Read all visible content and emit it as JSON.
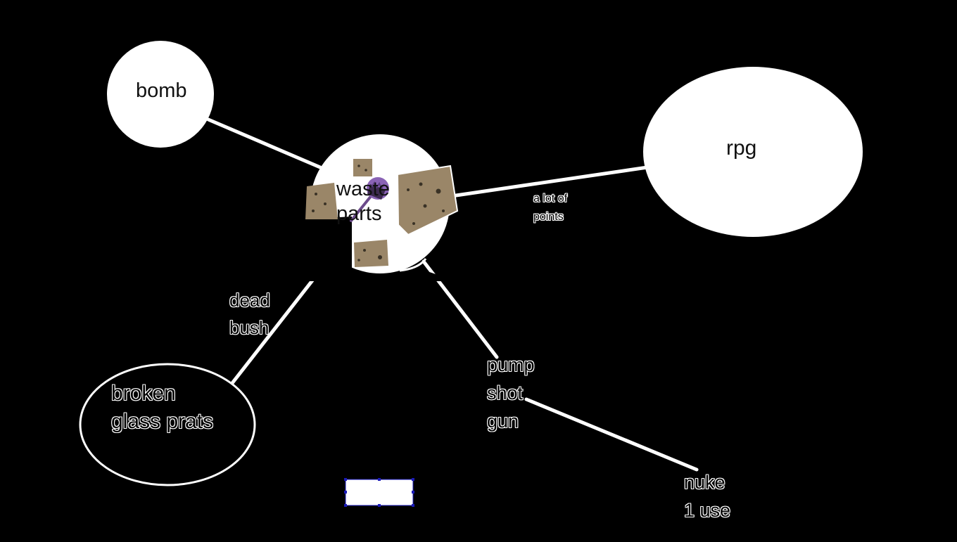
{
  "diagram": {
    "nodes": {
      "bomb": {
        "label": "bomb"
      },
      "center": {
        "label_line1": "waste",
        "label_line2": "parts"
      },
      "rpg": {
        "label": "rpg"
      },
      "broken_glass": {
        "label_line1": "broken",
        "label_line2": "glass prats"
      }
    },
    "annotations": {
      "rpg_note": {
        "line1": "a lot of",
        "line2": "points"
      },
      "dead_bush": {
        "line1": "dead",
        "line2": "bush"
      },
      "pump_shotgun": {
        "line1": "pump",
        "line2": "shot",
        "line3": "gun"
      },
      "nuke": {
        "line1": "nuke",
        "line2": "1 use"
      }
    },
    "colors": {
      "background": "#000000",
      "node_fill": "#ffffff",
      "line": "#ffffff",
      "texture_brown": "#9a8668",
      "texture_dots": "#3a3226",
      "purple": "#8a63b5",
      "selection_handle": "#1a1ab8"
    },
    "icons": [
      "dirt-block-icon",
      "purple-pickaxe-icon"
    ]
  }
}
